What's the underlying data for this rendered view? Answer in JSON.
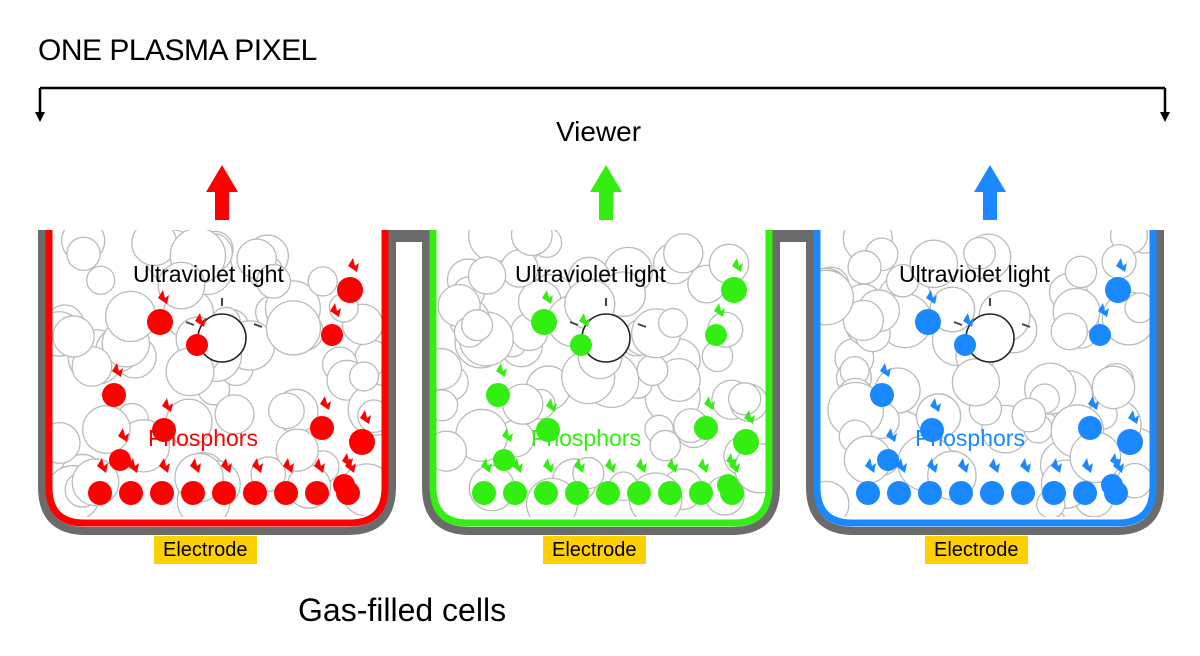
{
  "title": "ONE PLASMA PIXEL",
  "viewer_label": "Viewer",
  "gas_label": "Gas-filled cells",
  "cells": [
    {
      "color": "#ff0000",
      "uv_label": "Ultraviolet light",
      "phosphor_label": "Phosphors",
      "electrode_label": "Electrode"
    },
    {
      "color": "#33ee11",
      "uv_label": "Ultraviolet light",
      "phosphor_label": "Phosphors",
      "electrode_label": "Electrode"
    },
    {
      "color": "#1a88ff",
      "uv_label": "Ultraviolet light",
      "phosphor_label": "Phosphors",
      "electrode_label": "Electrode"
    }
  ],
  "colors": {
    "wall": "#6b6b6b",
    "electrode_bg": "#ffd000",
    "bubble_stroke": "#bbbbbb"
  }
}
